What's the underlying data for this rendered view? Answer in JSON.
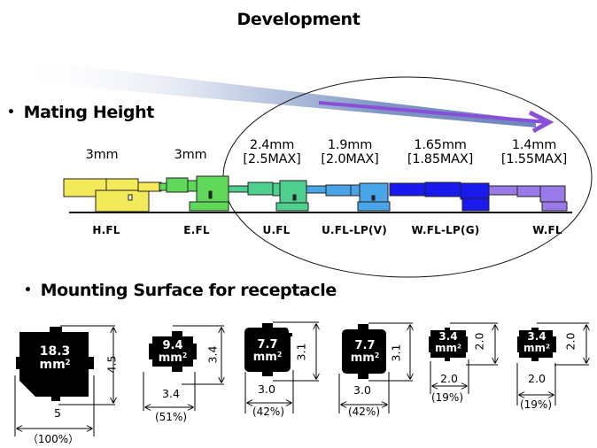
{
  "page": {
    "title": "Development"
  },
  "mating_height": {
    "heading": "Mating Height",
    "connectors": [
      {
        "name": "H.FL",
        "height": "3mm",
        "max": "",
        "color": "#f2ea5a"
      },
      {
        "name": "E.FL",
        "height": "3mm",
        "max": "",
        "color": "#5fd85a"
      },
      {
        "name": "U.FL",
        "height": "2.4mm",
        "max": "[2.5MAX]",
        "color": "#4fcf8e"
      },
      {
        "name": "U.FL-LP(V)",
        "height": "1.9mm",
        "max": "[2.0MAX]",
        "color": "#4aa4e8"
      },
      {
        "name": "W.FL-LP(G)",
        "height": "1.65mm",
        "max": "[1.85MAX]",
        "color": "#1a1aee"
      },
      {
        "name": "W.FL",
        "height": "1.4mm",
        "max": "[1.55MAX]",
        "color": "#9a7ae8"
      }
    ],
    "arrow_color": "#8a4fd8"
  },
  "mounting_surface": {
    "heading": "Mounting Surface for receptacle",
    "area_unit": "mm",
    "area_exp": "2",
    "footprints": [
      {
        "area": "18.3",
        "width": "5",
        "height": "4.5",
        "percent": "（100%）"
      },
      {
        "area": "9.4",
        "width": "3.4",
        "height": "3.4",
        "percent": "(51%)"
      },
      {
        "area": "7.7",
        "width": "3.0",
        "height": "3.1",
        "percent": "(42%)"
      },
      {
        "area": "7.7",
        "width": "3.0",
        "height": "3.1",
        "percent": "(42%)"
      },
      {
        "area": "3.4",
        "width": "2.0",
        "height": "2.0",
        "percent": "(19%)"
      },
      {
        "area": "3.4",
        "width": "2.0",
        "height": "2.0",
        "percent": "(19%)"
      }
    ]
  }
}
